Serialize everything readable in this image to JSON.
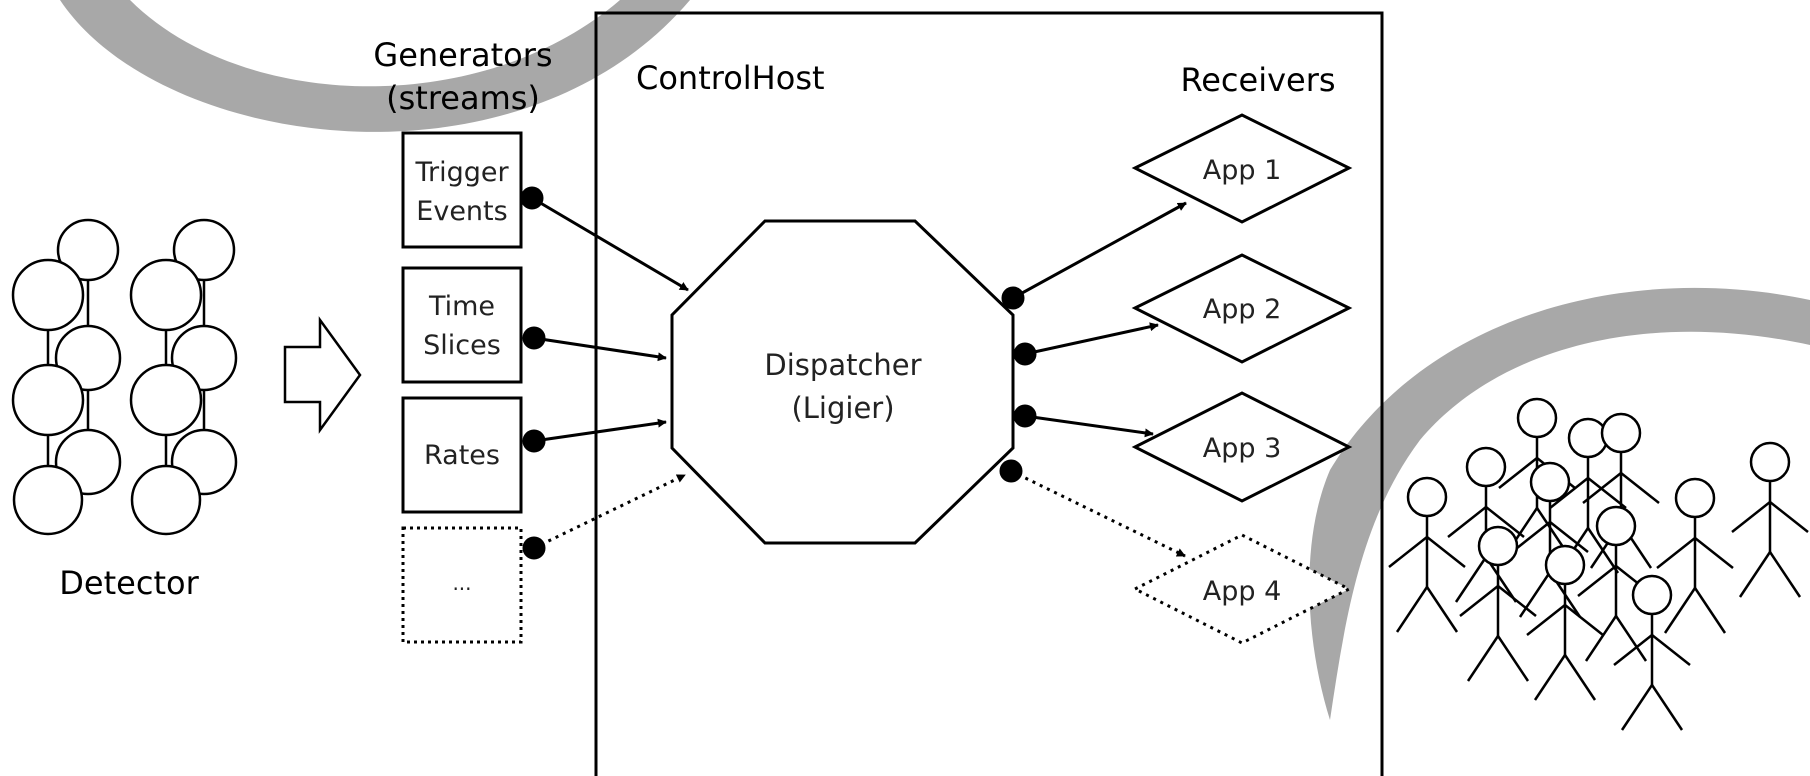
{
  "labels": {
    "generators_line1": "Generators",
    "generators_line2": "(streams)",
    "controlhost": "ControlHost",
    "receivers": "Receivers",
    "detector": "Detector",
    "dispatcher_line1": "Dispatcher",
    "dispatcher_line2": "(Ligier)"
  },
  "streams": [
    {
      "line1": "Trigger",
      "line2": "Events",
      "style": "solid"
    },
    {
      "line1": "Time",
      "line2": "Slices",
      "style": "solid"
    },
    {
      "line1": "Rates",
      "line2": "",
      "style": "solid"
    },
    {
      "line1": "...",
      "line2": "",
      "style": "dotted"
    }
  ],
  "apps": [
    {
      "label": "App 1",
      "style": "solid"
    },
    {
      "label": "App 2",
      "style": "solid"
    },
    {
      "label": "App 3",
      "style": "solid"
    },
    {
      "label": "App 4",
      "style": "dotted"
    }
  ],
  "colors": {
    "line": "#000000",
    "swoosh": "#aaaaaa"
  }
}
